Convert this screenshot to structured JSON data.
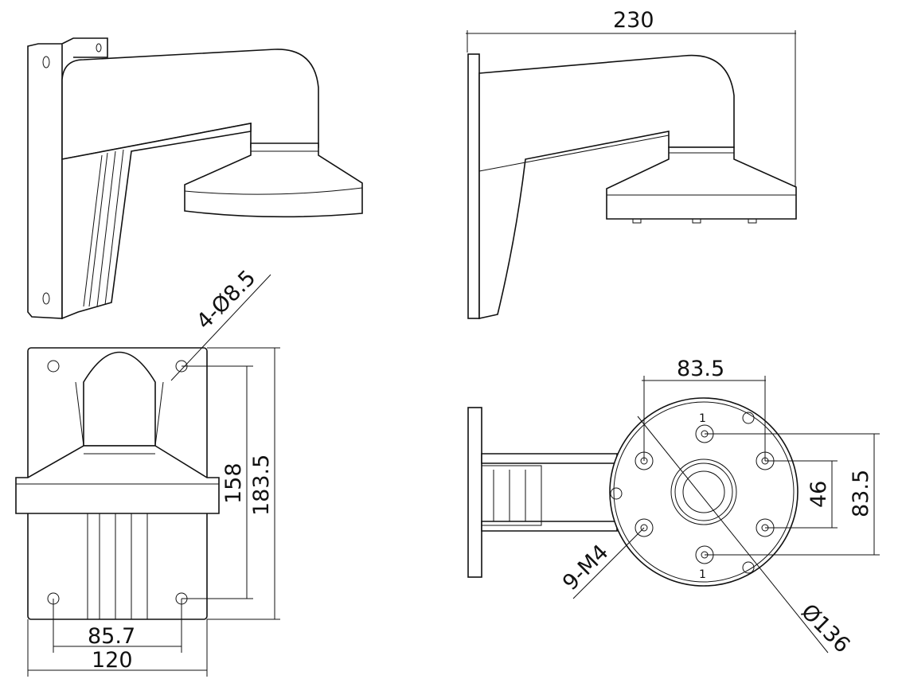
{
  "drawing": {
    "side_width": "230",
    "mount_holes": "4-Ø8.5",
    "hole_spacing_v": "158",
    "plate_height": "183.5",
    "hole_spacing_h": "85.7",
    "plate_width": "120",
    "base_spacing_h": "83.5",
    "base_spacing_inner_v": "46",
    "base_spacing_outer_v": "83.5",
    "base_threads": "9-M4",
    "base_diameter": "Ø136",
    "marker": "1"
  },
  "colors": {
    "line": "#111111",
    "background": "#ffffff"
  }
}
